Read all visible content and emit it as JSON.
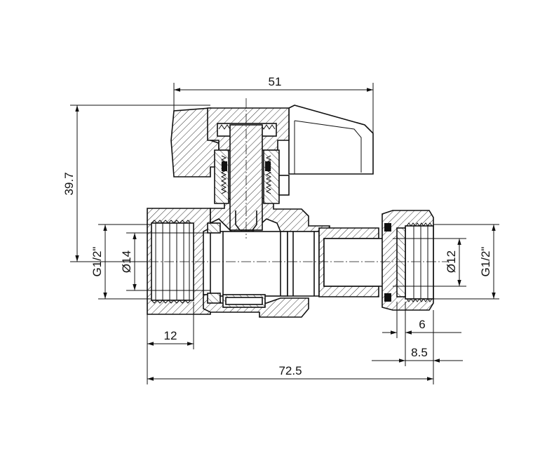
{
  "dimensions": {
    "handle_width": "51",
    "height": "39.7",
    "inlet_thread": "G1/2\"",
    "bore_diameter": "Ø14",
    "outlet_bore": "Ø12",
    "outlet_thread": "G1/2\"",
    "thread_length": "12",
    "nut_offset": "6",
    "nut_length": "8.5",
    "total_length": "72.5"
  }
}
